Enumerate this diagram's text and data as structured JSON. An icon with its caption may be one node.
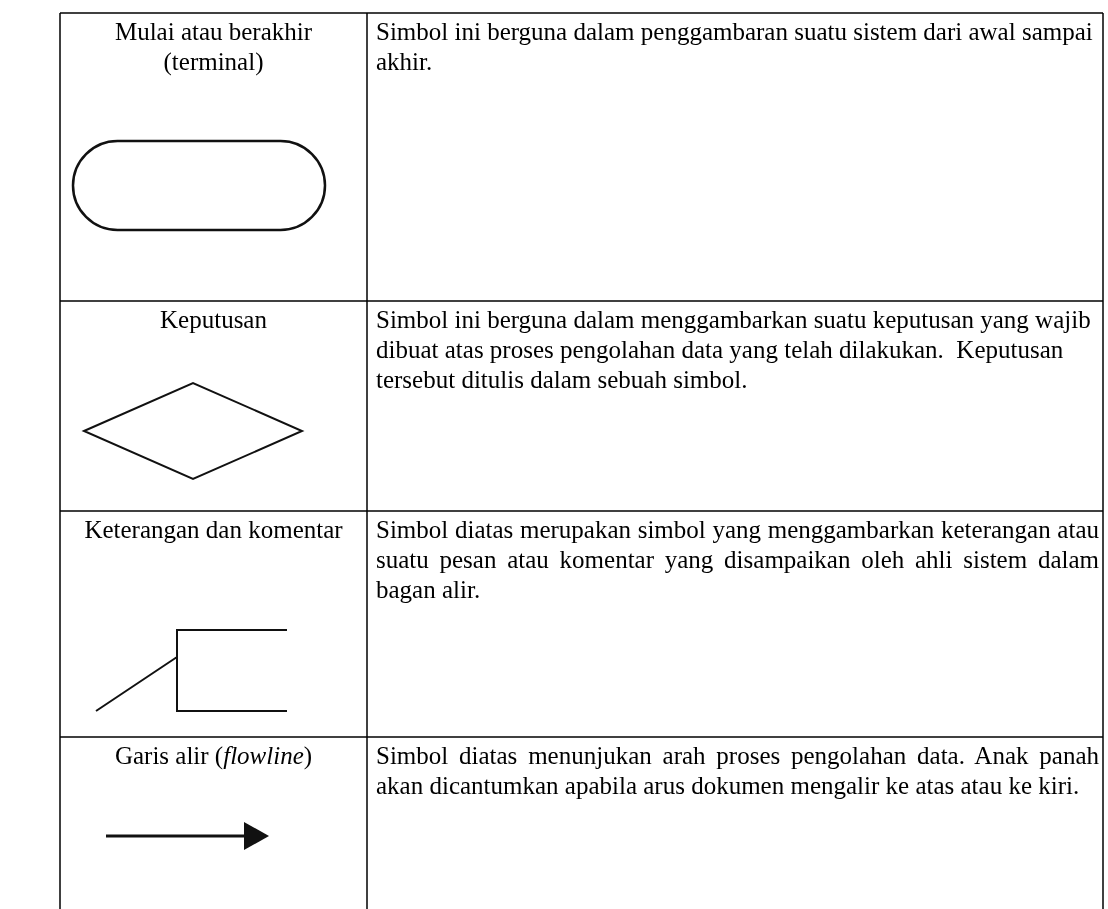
{
  "diagram": {
    "nodes": [
      {
        "text": [],
        "shape": "capsule"
      },
      {
        "text": [],
        "shape": "diamond"
      },
      {
        "text": [],
        "shape": "bracket"
      }
    ],
    "labels": [
      "Mulai atau berakhir (terminal)",
      "Simbol ini berguna dalam penggambaran suatu sistem dari awal sampai akhir.",
      "Keputusan",
      "Simbol ini berguna dalam menggambarkan suatu keputusan yang wajib dibuat atas proses pengolahan data yang telah dilakukan.  Keputusan tersebut ditulis dalam sebuah simbol.",
      "Keterangan dan komentar",
      "Simbol diatas merupakan simbol yang menggambarkan keterangan atau suatu pesan atau komentar yang disampaikan oleh ahli sistem dalam bagan alir.",
      "Garis alir (*flowline*)",
      "Simbol diatas menunjukan arah proses pengolahan data. Anak panah akan dicantumkan apabila arus dokumen mengalir ke atas atau ke kiri."
    ]
  }
}
